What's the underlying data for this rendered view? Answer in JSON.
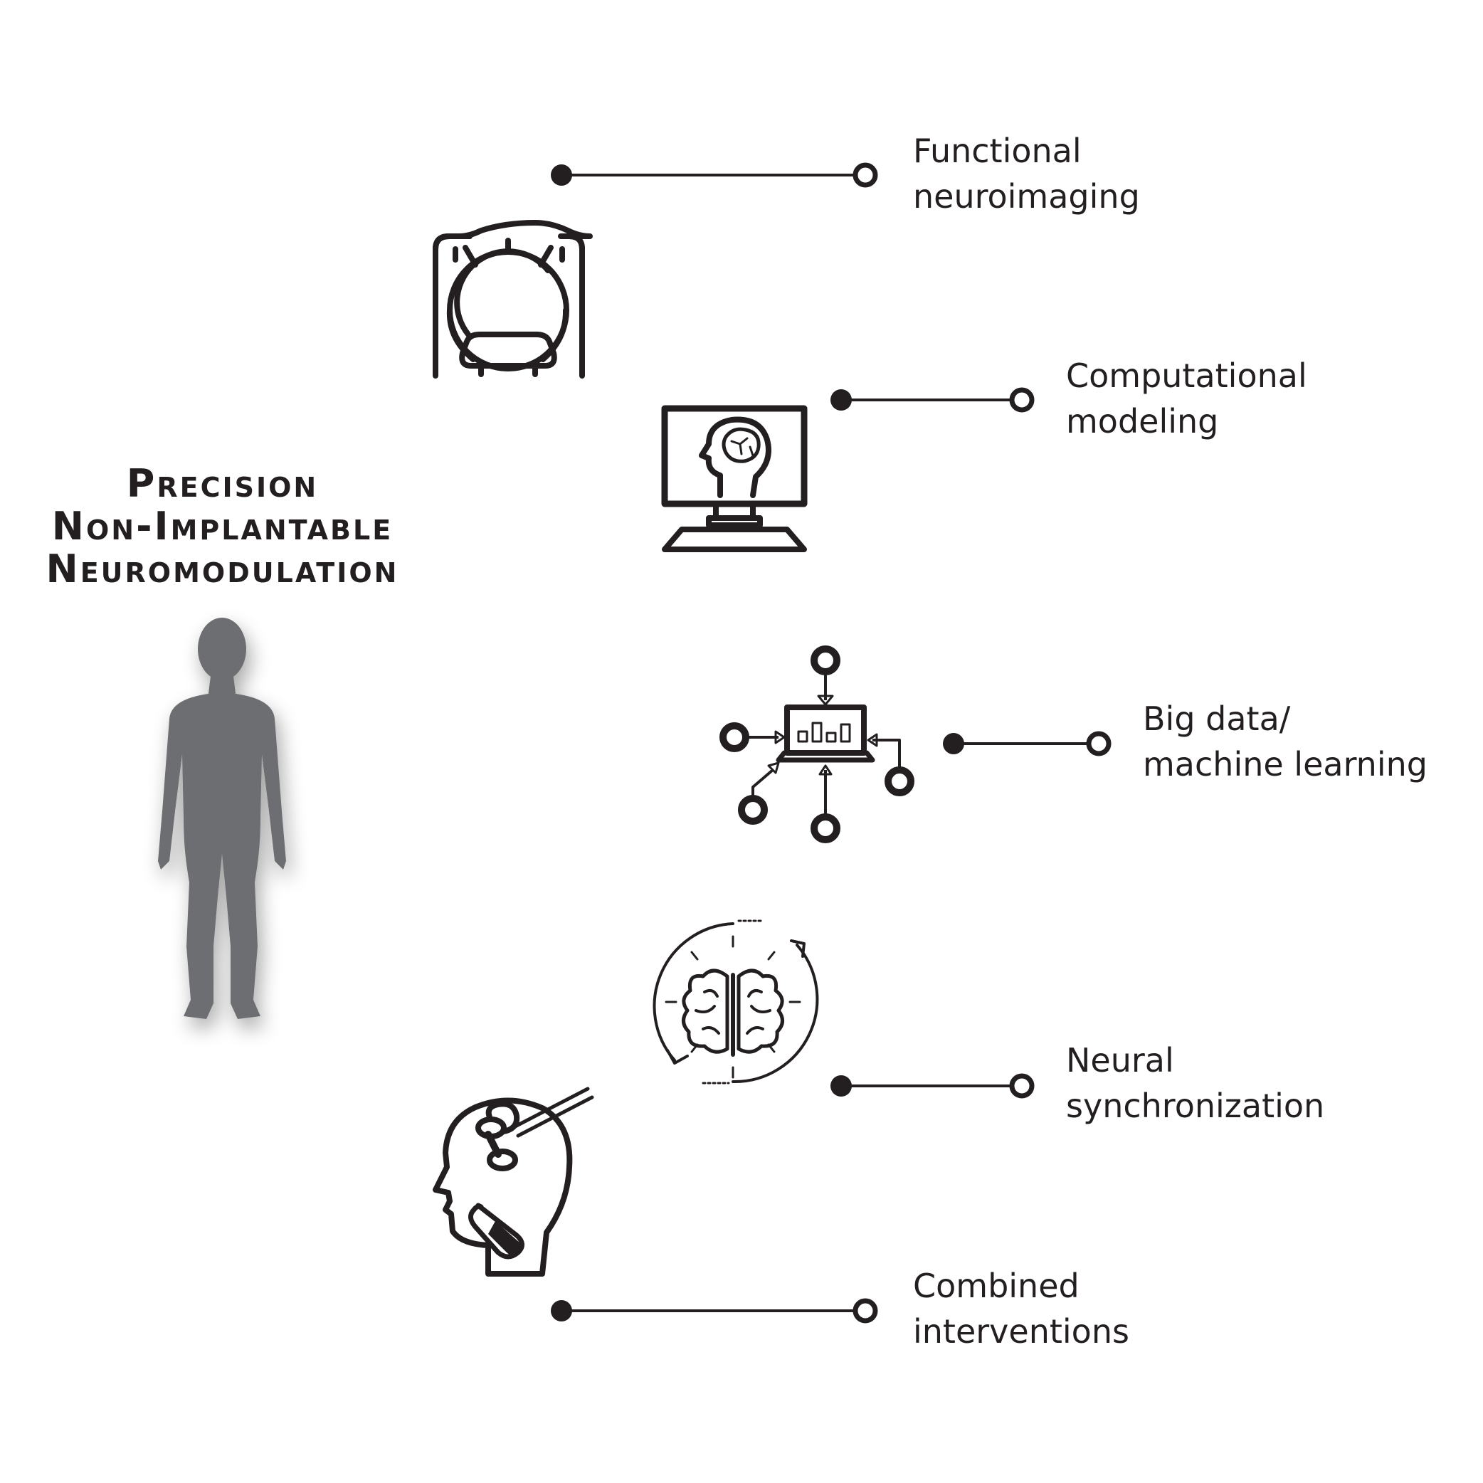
{
  "title": {
    "line1": "Precision",
    "line2": "Non-Implantable",
    "line3": "Neuromodulation"
  },
  "items": [
    {
      "line1": "Functional",
      "line2": "neuroimaging",
      "icon": "mri-scanner-icon"
    },
    {
      "line1": "Computational",
      "line2": "modeling",
      "icon": "computer-brain-icon"
    },
    {
      "line1": "Big data/",
      "line2": "machine learning",
      "icon": "network-laptop-icon"
    },
    {
      "line1": "Neural",
      "line2": "synchronization",
      "icon": "brain-cycle-icon"
    },
    {
      "line1": "Combined",
      "line2": "interventions",
      "icon": "head-key-pill-icon"
    }
  ],
  "colors": {
    "ink": "#231f20",
    "figure": "#6d6e71"
  }
}
